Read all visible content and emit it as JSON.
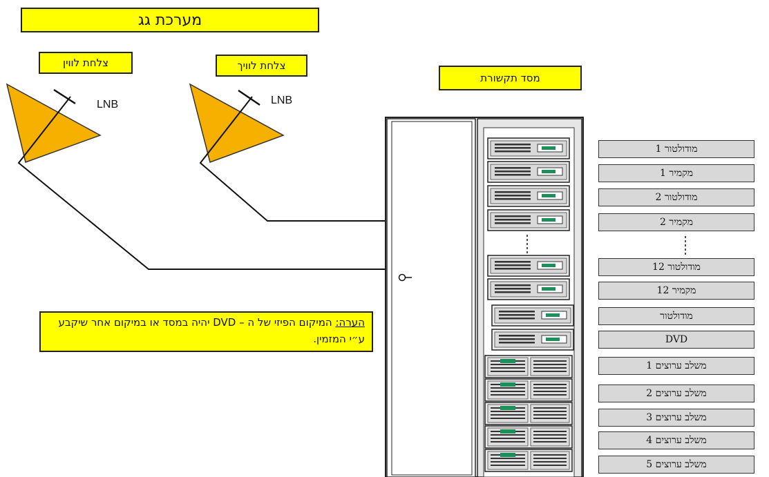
{
  "title": "מערכת גג",
  "dish_left_label": "צלחת לווין",
  "dish_right_label": "צלחת לוויך",
  "lnb_left": "LNB",
  "lnb_right": "LNB",
  "rack_label": "מסד תקשורת",
  "note_prefix": "הערה:",
  "note_text": "המיקום הפיזי של ה – DVD יהיה במסד או במיקום אחר שיקבע ע״י המזמין.",
  "components": [
    "מודולטור 1",
    "מקמיר 1",
    "מודולטור 2",
    "מקמיר 2",
    "מודולטור 12",
    "מקמיר 12",
    "מודולטור",
    "DVD",
    "משלב ערוצים 1",
    "משלב ערוצים 2",
    "משלב ערוצים 3",
    "משלב ערוצים 4",
    "משלב ערוצים 5"
  ],
  "colors": {
    "label_fill": "#ffff00",
    "dish_fill": "#f5b000",
    "list_fill": "#d8d8d8"
  }
}
